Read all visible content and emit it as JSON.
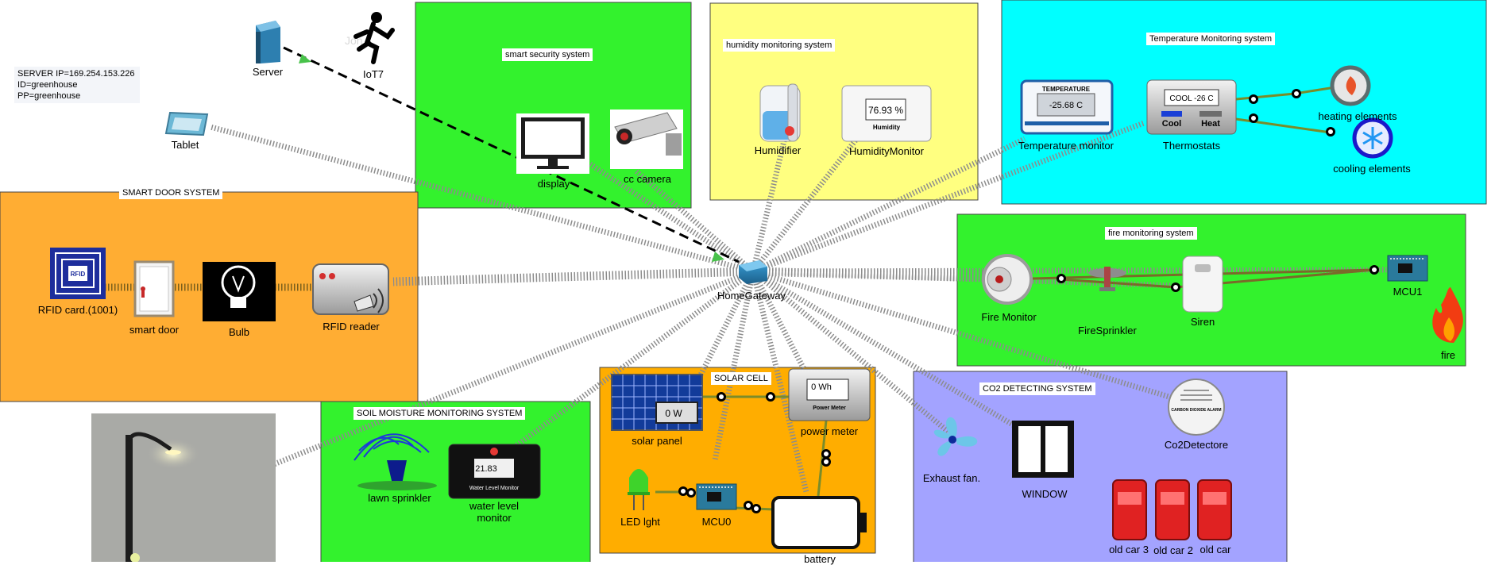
{
  "note": {
    "lines": [
      "SERVER IP=169.254.153.226",
      "ID=greenhouse",
      "PP=greenhouse"
    ]
  },
  "zones": {
    "security": "smart security system",
    "humidity": "humidity monitoring system",
    "temperature": "Temperature Monitoring system",
    "door": "SMART DOOR SYSTEM",
    "fire": "fire monitoring system",
    "soil": "SOIL MOISTURE MONITORING SYSTEM",
    "solar": "SOLAR CELL",
    "co2": "CO2 DETECTING SYSTEM"
  },
  "devices": {
    "server": "Server",
    "iot7": "IoT7",
    "tablet": "Tablet",
    "display": "display",
    "camera": "cc camera",
    "humidifier": "Humidifier",
    "humidity_monitor": "HumidityMonitor",
    "temp_monitor": "Temperature monitor",
    "thermostats": "Thermostats",
    "heating": "heating elements",
    "cooling": "cooling elements",
    "rfid_card": "RFID card.(1001)",
    "smart_door": "smart door",
    "bulb": "Bulb",
    "rfid_reader": "RFID reader",
    "gateway": "HomeGateway",
    "fire_monitor": "Fire Monitor",
    "fire_sprinkler": "FireSprinkler",
    "siren": "Siren",
    "mcu1": "MCU1",
    "fire": "fire",
    "lawn_sprinkler": "lawn sprinkler",
    "water_monitor": "water level monitor",
    "solar_panel": "solar panel",
    "power_meter": "power meter",
    "led": "LED lght",
    "mcu0": "MCU0",
    "battery": "battery",
    "exhaust_fan": "Exhaust fan.",
    "window": "WINDOW",
    "co2_detector": "Co2Detectore",
    "old_car_3": "old car 3",
    "old_car_2": "old car 2",
    "old_car": "old car"
  },
  "readouts": {
    "humidity": "76.93 %",
    "humidity_caption": "Humidity",
    "temperature_title": "TEMPERATURE",
    "temperature": "-25.68 C",
    "thermostat_display": "COOL  -26 C",
    "thermostat_cool": "Cool",
    "thermostat_heat": "Heat",
    "solar_watts": "0 W",
    "power_meter_value": "0 Wh",
    "power_meter_caption": "Power Meter",
    "water_level": "21.83",
    "water_caption": "Water Level Monitor",
    "co2_caption": "CARBON DIOXIDE ALARM",
    "rfid_badge": "RFID",
    "iot7_watermark": "Joh"
  },
  "colors": {
    "security_zone": "#33f22d",
    "humidity_zone": "#ffff80",
    "temperature_zone": "#00ffff",
    "door_zone": "#ffad33",
    "fire_zone": "#33f22d",
    "soil_zone": "#33f22d",
    "solar_zone": "#ffad00",
    "co2_zone": "#a3a3ff",
    "wireless_link": "#8c8c8c",
    "wired_link": "#000000",
    "iot_link": "#7a8c2a"
  }
}
